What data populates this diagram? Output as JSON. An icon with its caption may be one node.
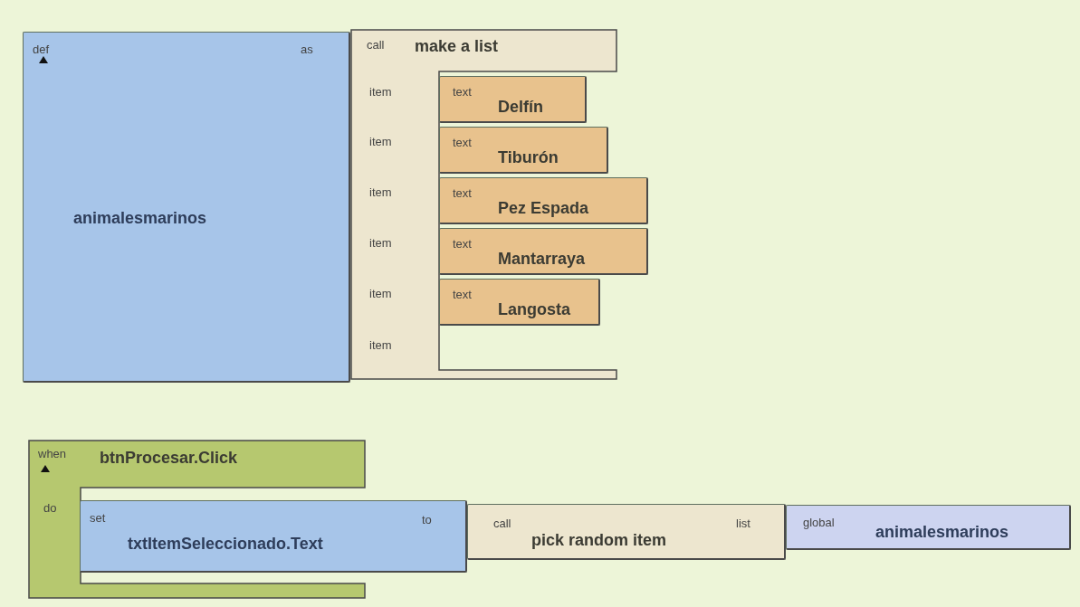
{
  "diagram": {
    "nodes": [
      {
        "text": [
          "def",
          "as",
          "animalesmarinos"
        ]
      },
      {
        "text": [
          "call",
          "make a list",
          "item",
          "item",
          "item",
          "item",
          "item",
          "item"
        ]
      },
      {
        "text": [
          "text",
          "Delfín"
        ]
      },
      {
        "text": [
          "text",
          "Tiburón"
        ]
      },
      {
        "text": [
          "text",
          "Pez Espada"
        ]
      },
      {
        "text": [
          "text",
          "Mantarraya"
        ]
      },
      {
        "text": [
          "text",
          "Langosta"
        ]
      },
      {
        "text": [
          "when",
          "btnProcesar.Click",
          "do"
        ]
      },
      {
        "text": [
          "set",
          "txtItemSeleccionado.Text",
          "to"
        ]
      },
      {
        "text": [
          "call",
          "pick random item",
          "list"
        ]
      },
      {
        "text": [
          "global",
          "animalesmarinos"
        ]
      }
    ]
  }
}
